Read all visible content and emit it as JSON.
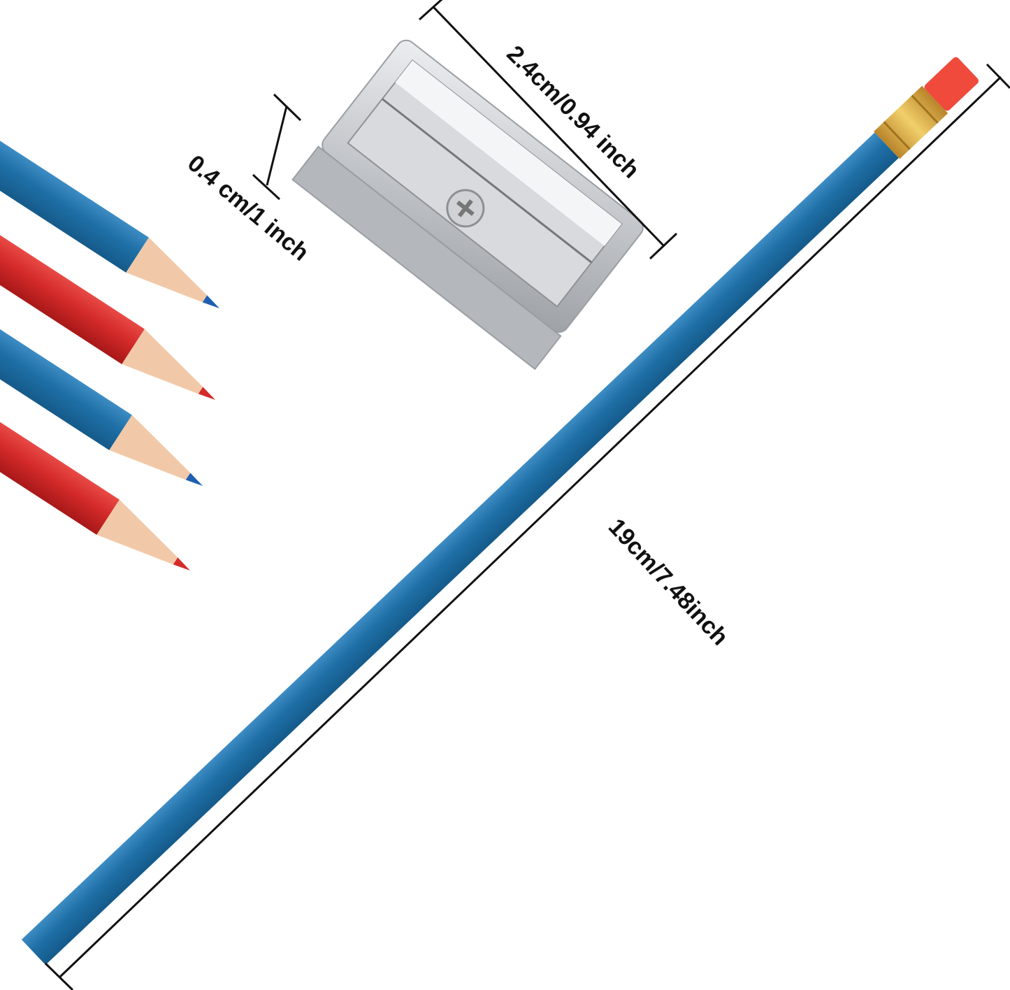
{
  "labels": {
    "sharpener_length": "2.4cm/0.94 inch",
    "sharpener_height": "0.4 cm/1 inch",
    "pencil_length": "19cm/7.48inch"
  },
  "colors": {
    "pencil_blue": "#1e6fa6",
    "pencil_red": "#d42a2a",
    "wood": "#f2c9a8",
    "eraser": "#ef4a3c",
    "ferrule": "#d9a73a",
    "sharpener": "#c9cbce"
  }
}
